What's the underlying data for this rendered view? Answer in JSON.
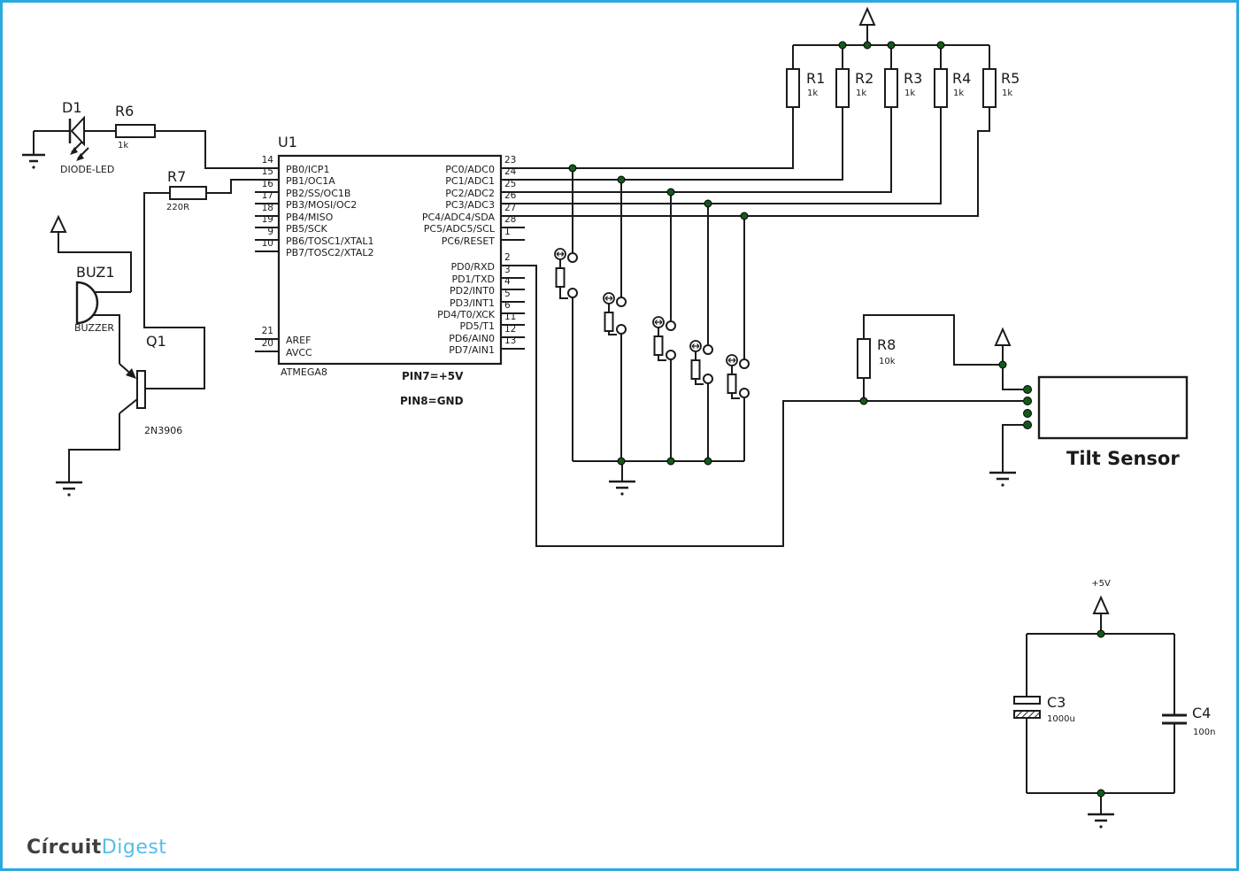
{
  "colors": {
    "border": "#2aa9e0",
    "wire": "#1b1b1b",
    "junction": "#15581c",
    "logo_dark": "#3f3f3f",
    "logo_blue": "#55bee9"
  },
  "logo": {
    "part1": "Círcuit",
    "part2": "Digest"
  },
  "ic": {
    "ref": "U1",
    "part": "ATMEGA8",
    "note_pin7": "PIN7=+5V",
    "note_pin8": "PIN8=GND",
    "left_pins": [
      {
        "num": "14",
        "label": "PB0/ICP1"
      },
      {
        "num": "15",
        "label": "PB1/OC1A"
      },
      {
        "num": "16",
        "label": "PB2/SS/OC1B"
      },
      {
        "num": "17",
        "label": "PB3/MOSI/OC2"
      },
      {
        "num": "18",
        "label": "PB4/MISO"
      },
      {
        "num": "19",
        "label": "PB5/SCK"
      },
      {
        "num": "9",
        "label": "PB6/TOSC1/XTAL1"
      },
      {
        "num": "10",
        "label": "PB7/TOSC2/XTAL2"
      },
      {
        "num": "21",
        "label": "AREF"
      },
      {
        "num": "20",
        "label": "AVCC"
      }
    ],
    "right_pins": [
      {
        "num": "23",
        "label": "PC0/ADC0"
      },
      {
        "num": "24",
        "label": "PC1/ADC1"
      },
      {
        "num": "25",
        "label": "PC2/ADC2"
      },
      {
        "num": "26",
        "label": "PC3/ADC3"
      },
      {
        "num": "27",
        "label": "PC4/ADC4/SDA"
      },
      {
        "num": "28",
        "label": "PC5/ADC5/SCL"
      },
      {
        "num": "1",
        "label": "PC6/RESET"
      },
      {
        "num": "2",
        "label": "PD0/RXD"
      },
      {
        "num": "3",
        "label": "PD1/TXD"
      },
      {
        "num": "4",
        "label": "PD2/INT0"
      },
      {
        "num": "5",
        "label": "PD3/INT1"
      },
      {
        "num": "6",
        "label": "PD4/T0/XCK"
      },
      {
        "num": "11",
        "label": "PD5/T1"
      },
      {
        "num": "12",
        "label": "PD6/AIN0"
      },
      {
        "num": "13",
        "label": "PD7/AIN1"
      }
    ]
  },
  "led": {
    "ref": "D1",
    "label": "DIODE-LED"
  },
  "r6": {
    "ref": "R6",
    "value": "1k"
  },
  "r7": {
    "ref": "R7",
    "value": "220R"
  },
  "buzzer": {
    "ref": "BUZ1",
    "label": "BUZZER"
  },
  "transistor": {
    "ref": "Q1",
    "part": "2N3906"
  },
  "resistor_bank": [
    {
      "ref": "R1",
      "value": "1k"
    },
    {
      "ref": "R2",
      "value": "1k"
    },
    {
      "ref": "R3",
      "value": "1k"
    },
    {
      "ref": "R4",
      "value": "1k"
    },
    {
      "ref": "R5",
      "value": "1k"
    }
  ],
  "r8": {
    "ref": "R8",
    "value": "10k"
  },
  "tilt_sensor": {
    "label": "Tilt Sensor"
  },
  "power": {
    "label": "+5V"
  },
  "c3": {
    "ref": "C3",
    "value": "1000u"
  },
  "c4": {
    "ref": "C4",
    "value": "100n"
  },
  "icons": {
    "push_button": "double-arrow-circle-icon",
    "power_rail": "up-arrow-icon",
    "ground": "ground-bars-icon"
  }
}
